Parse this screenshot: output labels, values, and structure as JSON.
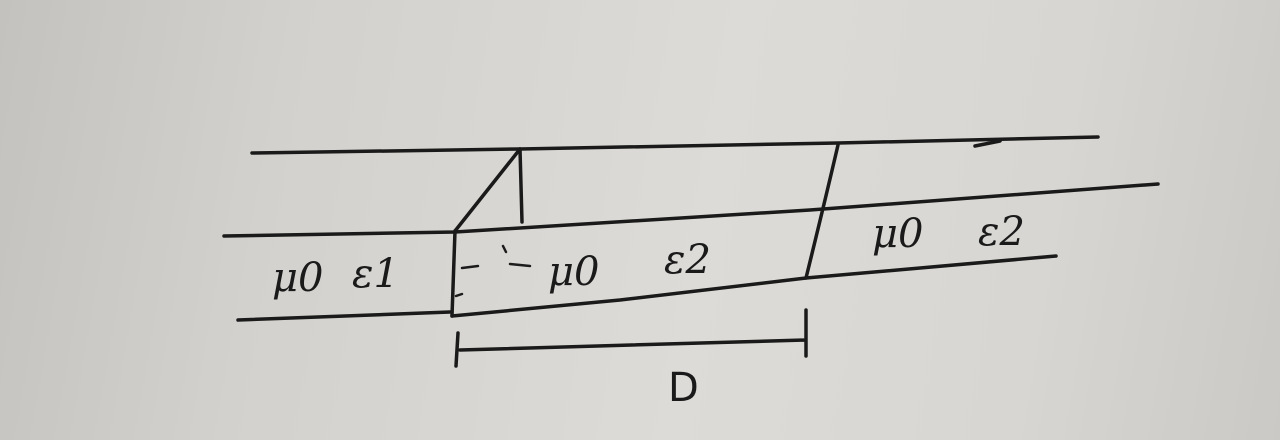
{
  "regions": [
    {
      "mu_label": "μ0",
      "eps_label": "ε1"
    },
    {
      "mu_label": "μ0",
      "eps_label": "ε2"
    },
    {
      "mu_label": "μ0",
      "eps_label": "ε2"
    }
  ],
  "dimension": {
    "label": "D"
  }
}
